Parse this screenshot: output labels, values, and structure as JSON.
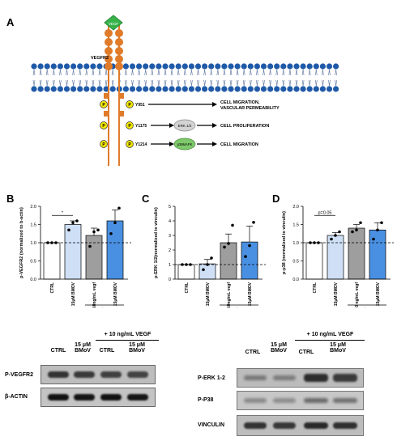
{
  "panels": {
    "a": "A",
    "b": "B",
    "c": "C",
    "d": "D"
  },
  "schematic": {
    "receptor_label": "VEGFR2",
    "ligand_label": "VEGF",
    "phospho_symbol": "P",
    "sites": [
      {
        "site": "Y951",
        "mediator": "",
        "outcome": "CELL MIGRATION,\nVASCULAR PERMEABILITY"
      },
      {
        "site": "Y1175",
        "mediator": "ERK 1/2",
        "outcome": "CELL PROLIFERATION"
      },
      {
        "site": "Y1214",
        "mediator": "p38MAPK",
        "outcome": "CELL MIGRATION"
      }
    ]
  },
  "chart_data": [
    {
      "type": "bar",
      "ylabel": "p-VEGFR2 (normalized to b-actin)",
      "ylim": [
        0,
        2.0
      ],
      "yticks": [
        "0.0",
        "0.5",
        "1.0",
        "1.5",
        "2.0"
      ],
      "categories": [
        "CTRL",
        "15μM BMOV",
        "10ng/mL vegf",
        "15μM BMOV"
      ],
      "values": [
        1.0,
        1.5,
        1.2,
        1.6
      ],
      "errors": [
        0.0,
        0.1,
        0.2,
        0.3
      ],
      "points": [
        [
          1.0,
          1.0,
          1.0
        ],
        [
          1.35,
          1.55,
          1.6
        ],
        [
          0.9,
          1.3,
          1.35
        ],
        [
          1.25,
          1.55,
          1.95
        ]
      ],
      "colors": [
        "#ffffff",
        "#cfe0f6",
        "#9e9e9e",
        "#4a90e2"
      ],
      "significance": "*",
      "group_label": "+ 10ng/mL VEGF"
    },
    {
      "type": "bar",
      "ylabel": "p-ERK 1/2(normalized to vinculin)",
      "ylim": [
        0,
        5
      ],
      "yticks": [
        "0",
        "1",
        "2",
        "3",
        "4",
        "5"
      ],
      "categories": [
        "CTRL",
        "15μM BMOV",
        "10ng/mL vegf",
        "15μM BMOV"
      ],
      "values": [
        1.0,
        1.05,
        2.5,
        2.55
      ],
      "errors": [
        0.0,
        0.3,
        0.6,
        1.1
      ],
      "points": [
        [
          1.0,
          1.0,
          1.0
        ],
        [
          0.65,
          1.0,
          1.45
        ],
        [
          2.2,
          2.45,
          3.7
        ],
        [
          1.55,
          2.3,
          3.9
        ]
      ],
      "colors": [
        "#ffffff",
        "#cfe0f6",
        "#9e9e9e",
        "#4a90e2"
      ],
      "significance": "",
      "group_label": "+ 10ng/mL VEGF"
    },
    {
      "type": "bar",
      "ylabel": "p-p38 (normalized to vinculin)",
      "ylim": [
        0,
        2.0
      ],
      "yticks": [
        "0.0",
        "0.5",
        "1.0",
        "1.5",
        "2.0"
      ],
      "categories": [
        "CTRL",
        "15μM BMOV",
        "10 ng/mL vegf",
        "15μM BMOV"
      ],
      "values": [
        1.0,
        1.2,
        1.4,
        1.35
      ],
      "errors": [
        0.0,
        0.08,
        0.1,
        0.2
      ],
      "points": [
        [
          1.0,
          1.0,
          1.0
        ],
        [
          1.1,
          1.2,
          1.3
        ],
        [
          1.3,
          1.35,
          1.55
        ],
        [
          1.1,
          1.35,
          1.55
        ]
      ],
      "colors": [
        "#ffffff",
        "#cfe0f6",
        "#9e9e9e",
        "#4a90e2"
      ],
      "significance": "p=0.05",
      "group_label": "+ 10ng/mL VEGF"
    }
  ],
  "blot_left": {
    "vegf_header": "+ 10 ng/mL VEGF",
    "lanes": [
      "CTRL",
      "15 μM\nBMoV",
      "CTRL",
      "15 μM\nBMoV"
    ],
    "rows": [
      "P-VEGFR2",
      "β-ACTIN"
    ]
  },
  "blot_right": {
    "vegf_header": "+ 10 ng/mL VEGF",
    "lanes": [
      "CTRL",
      "15 μM\nBMoV",
      "CTRL",
      "15 μM\nBMoV"
    ],
    "rows": [
      "P-ERK 1-2",
      "P-P38",
      "VINCULIN"
    ]
  }
}
